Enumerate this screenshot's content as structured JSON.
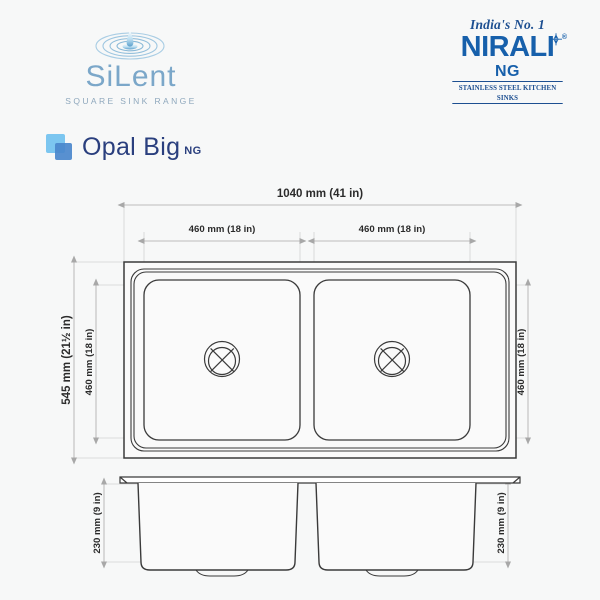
{
  "brand_logo": {
    "name": "SILENT",
    "word": "SiLent",
    "tagline": "SQUARE SINK RANGE",
    "icon": "water-ripple-icon",
    "color": "#7ba7c9"
  },
  "manufacturer_logo": {
    "claim": "India's No. 1",
    "brand": "NIRALI",
    "sub_brand": "NG",
    "strapline": "STAINLESS STEEL KITCHEN SINKS",
    "registered_mark": "®",
    "color": "#1760ab"
  },
  "product": {
    "name": "Opal Big",
    "suffix": "NG",
    "icon": "two-squares-icon",
    "icon_colors": [
      "#7cc6f0",
      "#4a87cc"
    ]
  },
  "drawing": {
    "type": "double-bowl-sink-technical-drawing",
    "views": [
      "plan-view",
      "front-section-elevation"
    ],
    "line_color": "#3a3a3a",
    "dimension_color": "#9a9a9a",
    "dimensions": {
      "overall_width": "1040 mm (41 in)",
      "bowl_left_width": "460 mm (18 in)",
      "bowl_right_width": "460 mm (18 in)",
      "overall_depth": "545 mm (21½ in)",
      "bowl_depth_front": "460 mm (18 in)",
      "bowl_depth_back": "460 mm (18 in)",
      "bowl_height_left": "230 mm (9 in)",
      "bowl_height_right": "230 mm (9 in)"
    },
    "features": {
      "bowl_count": 2,
      "drain_icon": "drain-cross-icon",
      "drain_count": 2
    }
  }
}
